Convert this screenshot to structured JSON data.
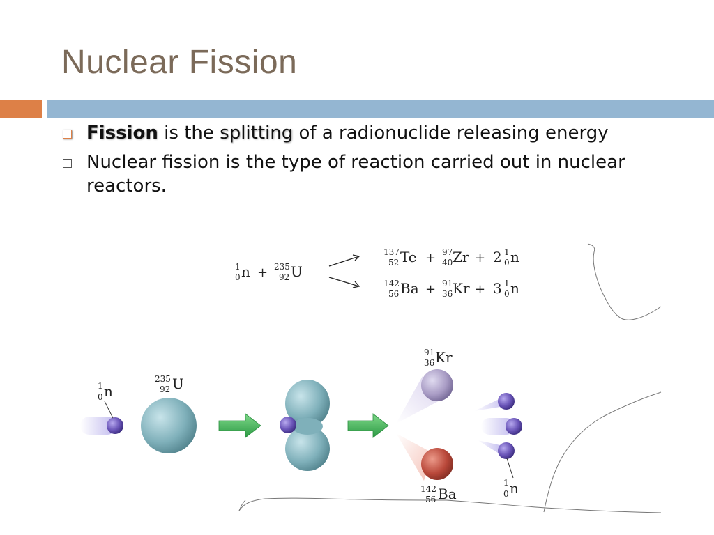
{
  "slide": {
    "title": "Nuclear Fission",
    "bullets": [
      {
        "part1": "Fission",
        "part2": " is the ",
        "part3": "splitting",
        "part4": " of a radionuclide releasing energy"
      },
      {
        "text": "Nuclear fission is the type of reaction carried out in nuclear reactors."
      }
    ]
  },
  "equation": {
    "reactant_neutron": {
      "mass": "1",
      "atomic": "0",
      "symbol": "n"
    },
    "plus": "+",
    "reactant_uranium": {
      "mass": "235",
      "atomic": "92",
      "symbol": "U"
    },
    "products_top": {
      "te": {
        "mass": "137",
        "atomic": "52",
        "symbol": "Te"
      },
      "zr": {
        "mass": "97",
        "atomic": "40",
        "symbol": "Zr"
      },
      "coef": "2",
      "n": {
        "mass": "1",
        "atomic": "0",
        "symbol": "n"
      }
    },
    "products_bottom": {
      "ba": {
        "mass": "142",
        "atomic": "56",
        "symbol": "Ba"
      },
      "kr": {
        "mass": "91",
        "atomic": "36",
        "symbol": "Kr"
      },
      "coef": "3",
      "n": {
        "mass": "1",
        "atomic": "0",
        "symbol": "n"
      }
    }
  },
  "diagram": {
    "neutron": {
      "mass": "1",
      "atomic": "0",
      "symbol": "n"
    },
    "uranium": {
      "mass": "235",
      "atomic": "92",
      "symbol": "U"
    },
    "krypton": {
      "mass": "91",
      "atomic": "36",
      "symbol": "Kr"
    },
    "barium": {
      "mass": "142",
      "atomic": "56",
      "symbol": "Ba"
    },
    "out_neutron": {
      "mass": "1",
      "atomic": "0",
      "symbol": "n"
    }
  },
  "colors": {
    "title": "#7b6a59",
    "accent_orange": "#dd8047",
    "accent_blue": "#94b6d2",
    "neutron": "#6a55b8",
    "nucleus": "#7fb0ba",
    "krypton": "#a89bc4",
    "barium": "#b9483a",
    "arrow": "#3fb154"
  }
}
